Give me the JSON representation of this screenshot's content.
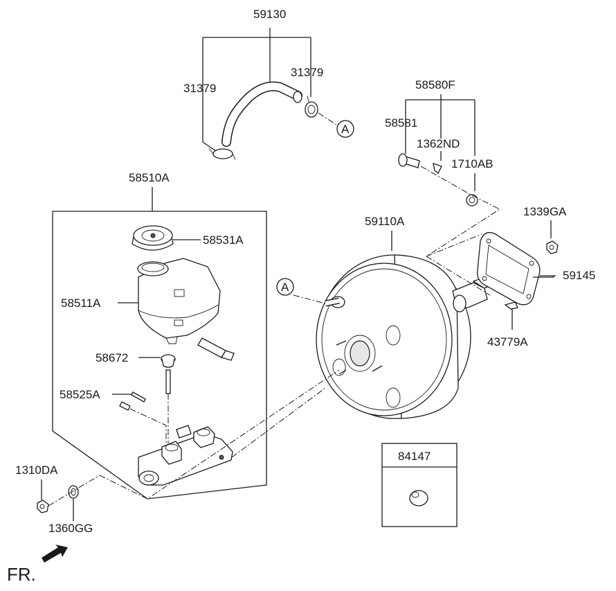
{
  "labels": {
    "p59130": "59130",
    "p31379_left": "31379",
    "p31379_right": "31379",
    "p58580F": "58580F",
    "p58581": "58581",
    "p1362ND": "1362ND",
    "p1710AB": "1710AB",
    "p58510A": "58510A",
    "p58531A": "58531A",
    "p58511A": "58511A",
    "p58672": "58672",
    "p58525A": "58525A",
    "p59110A": "59110A",
    "p1339GA": "1339GA",
    "p59145": "59145",
    "p43779A": "43779A",
    "p1310DA": "1310DA",
    "p1360GG": "1360GG",
    "p84147": "84147",
    "ref_a_top": "A",
    "ref_a_booster": "A",
    "fr": "FR."
  }
}
